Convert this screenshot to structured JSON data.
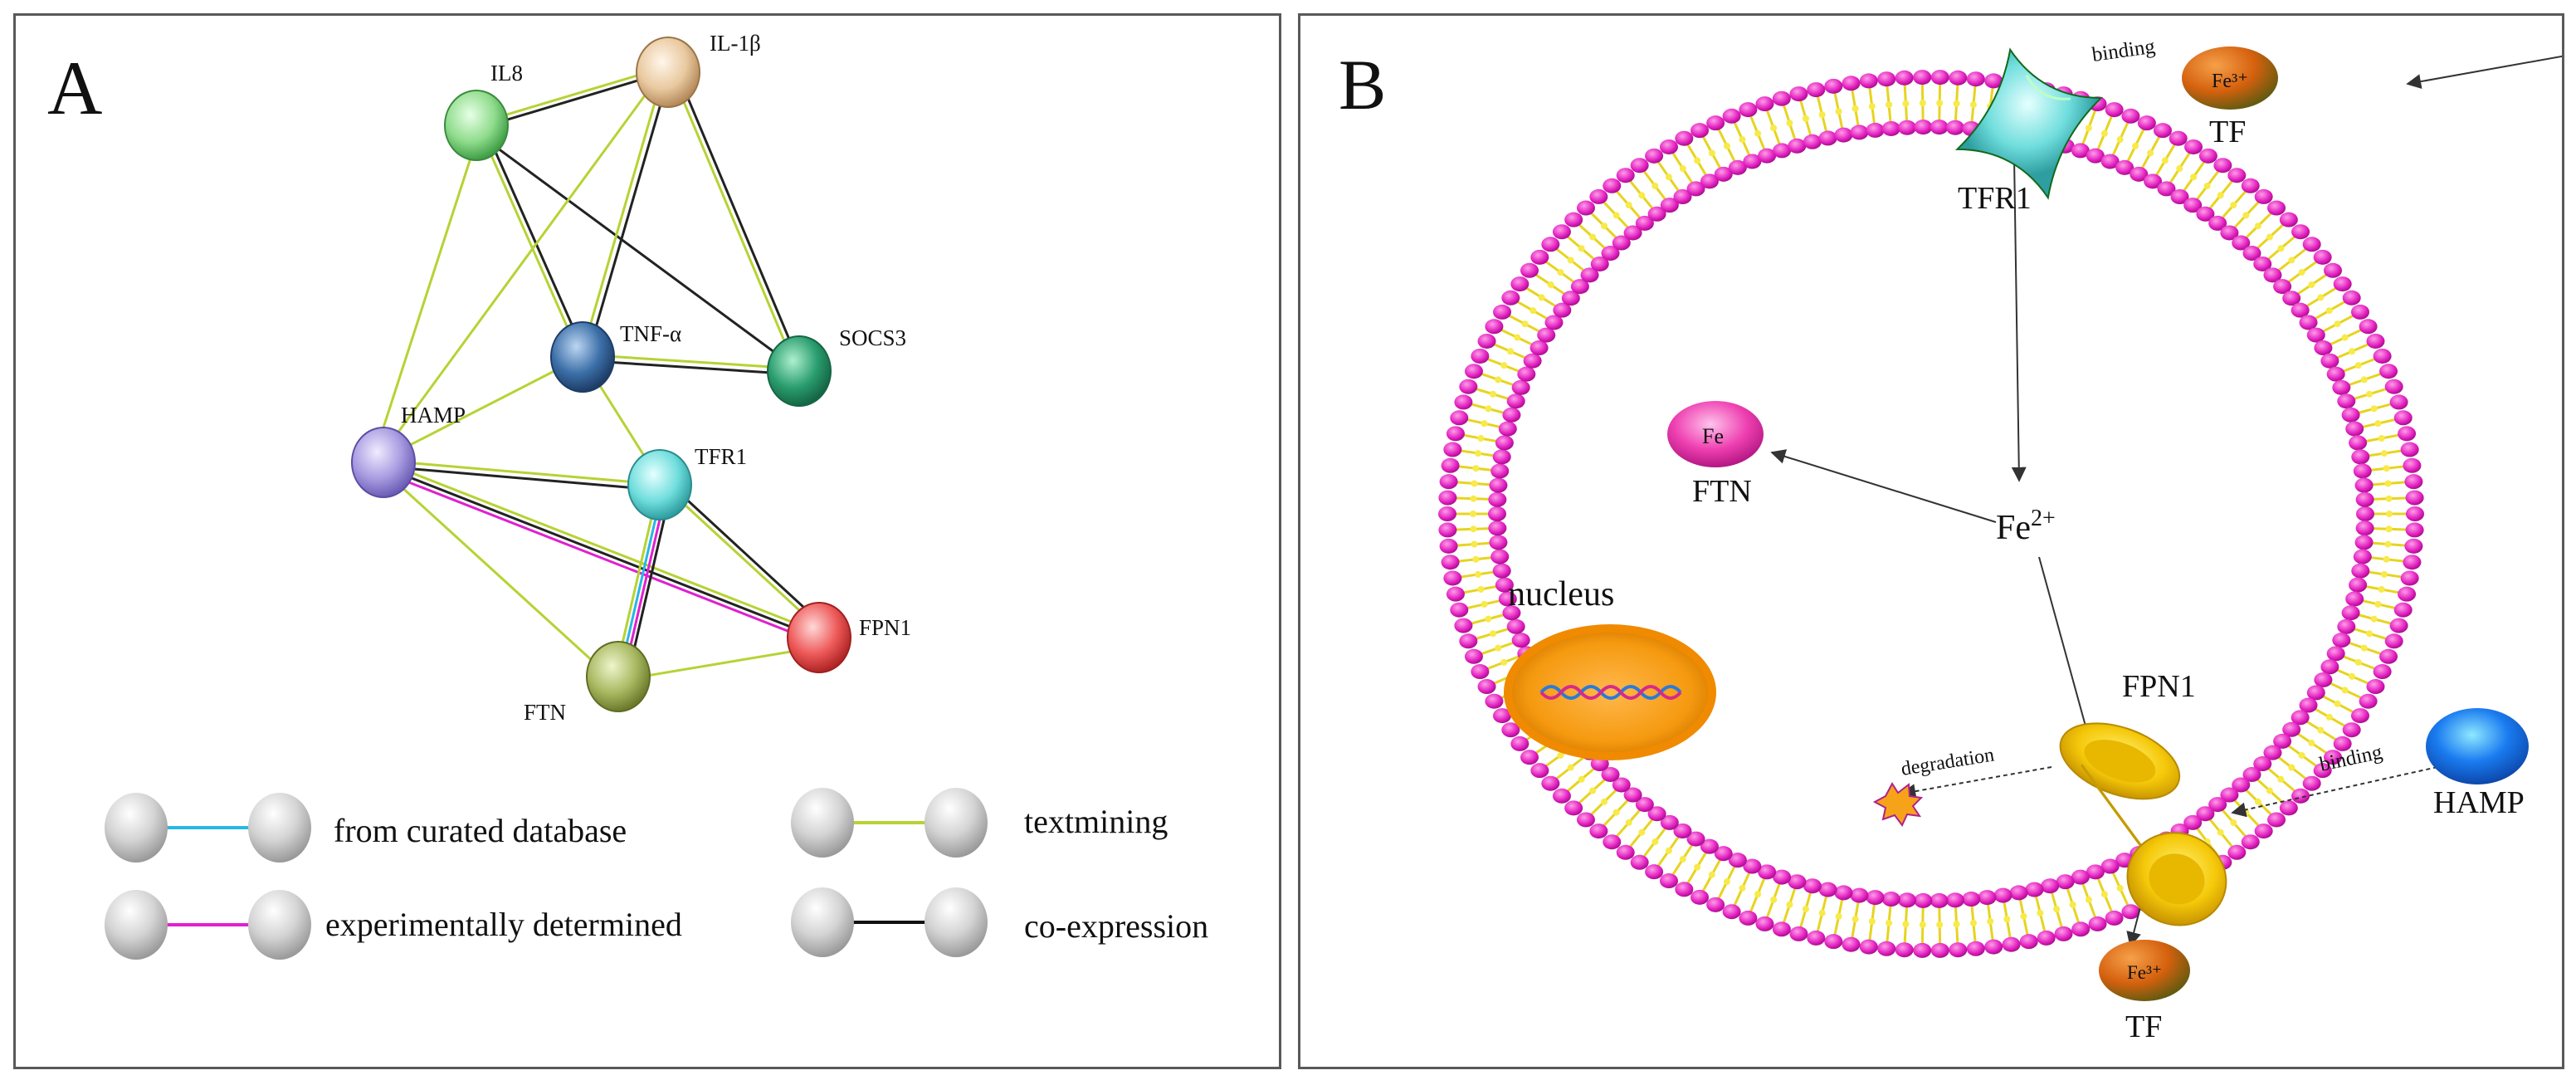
{
  "panel_a": {
    "label": "A",
    "nodes": {
      "il8": "IL8",
      "il1b": "IL-1β",
      "tnfa": "TNF-α",
      "socs3": "SOCS3",
      "hamp": "HAMP",
      "tfr1": "TFR1",
      "fpn1": "FPN1",
      "ftn": "FTN"
    },
    "legend": {
      "curated": "from curated database",
      "experimental": "experimentally determined",
      "textmining": "textmining",
      "coexpression": "co-expression"
    },
    "colors": {
      "curated": "#29b6e6",
      "experimental": "#e020d0",
      "textmining": "#b5d334",
      "coexpression": "#222222",
      "il8": "#8fdc8c",
      "il1b": "#e9c9a0",
      "tnfa": "#3c6fa8",
      "socs3": "#2a9d6e",
      "hamp": "#a89be0",
      "tfr1": "#70dedd",
      "fpn1": "#ee5a5a",
      "ftn": "#a8b860"
    }
  },
  "panel_b": {
    "label": "B",
    "binding_top": "binding",
    "tf_top_fe": "Fe³⁺",
    "tf_top": "TF",
    "tfr1": "TFR1",
    "ftn_fe": "Fe",
    "ftn": "FTN",
    "fe2_base": "Fe",
    "fe2_sup": "2+",
    "nucleus": "nucleus",
    "fpn1": "FPN1",
    "degradation": "degradation",
    "binding_right": "binding",
    "hamp": "HAMP",
    "tf_bottom_fe": "Fe³⁺",
    "tf_bottom": "TF",
    "colors": {
      "lipid_head": "#e21fc0",
      "lipid_tail": "#f2e33a",
      "tfr1": "#2fd64a",
      "fpn1": "#f5c90a",
      "ftn": "#ee3fb0",
      "tf": "#d5610e",
      "hamp": "#1a7bf0",
      "nucleus": "#f59a10",
      "star": "#f7a31a"
    }
  }
}
